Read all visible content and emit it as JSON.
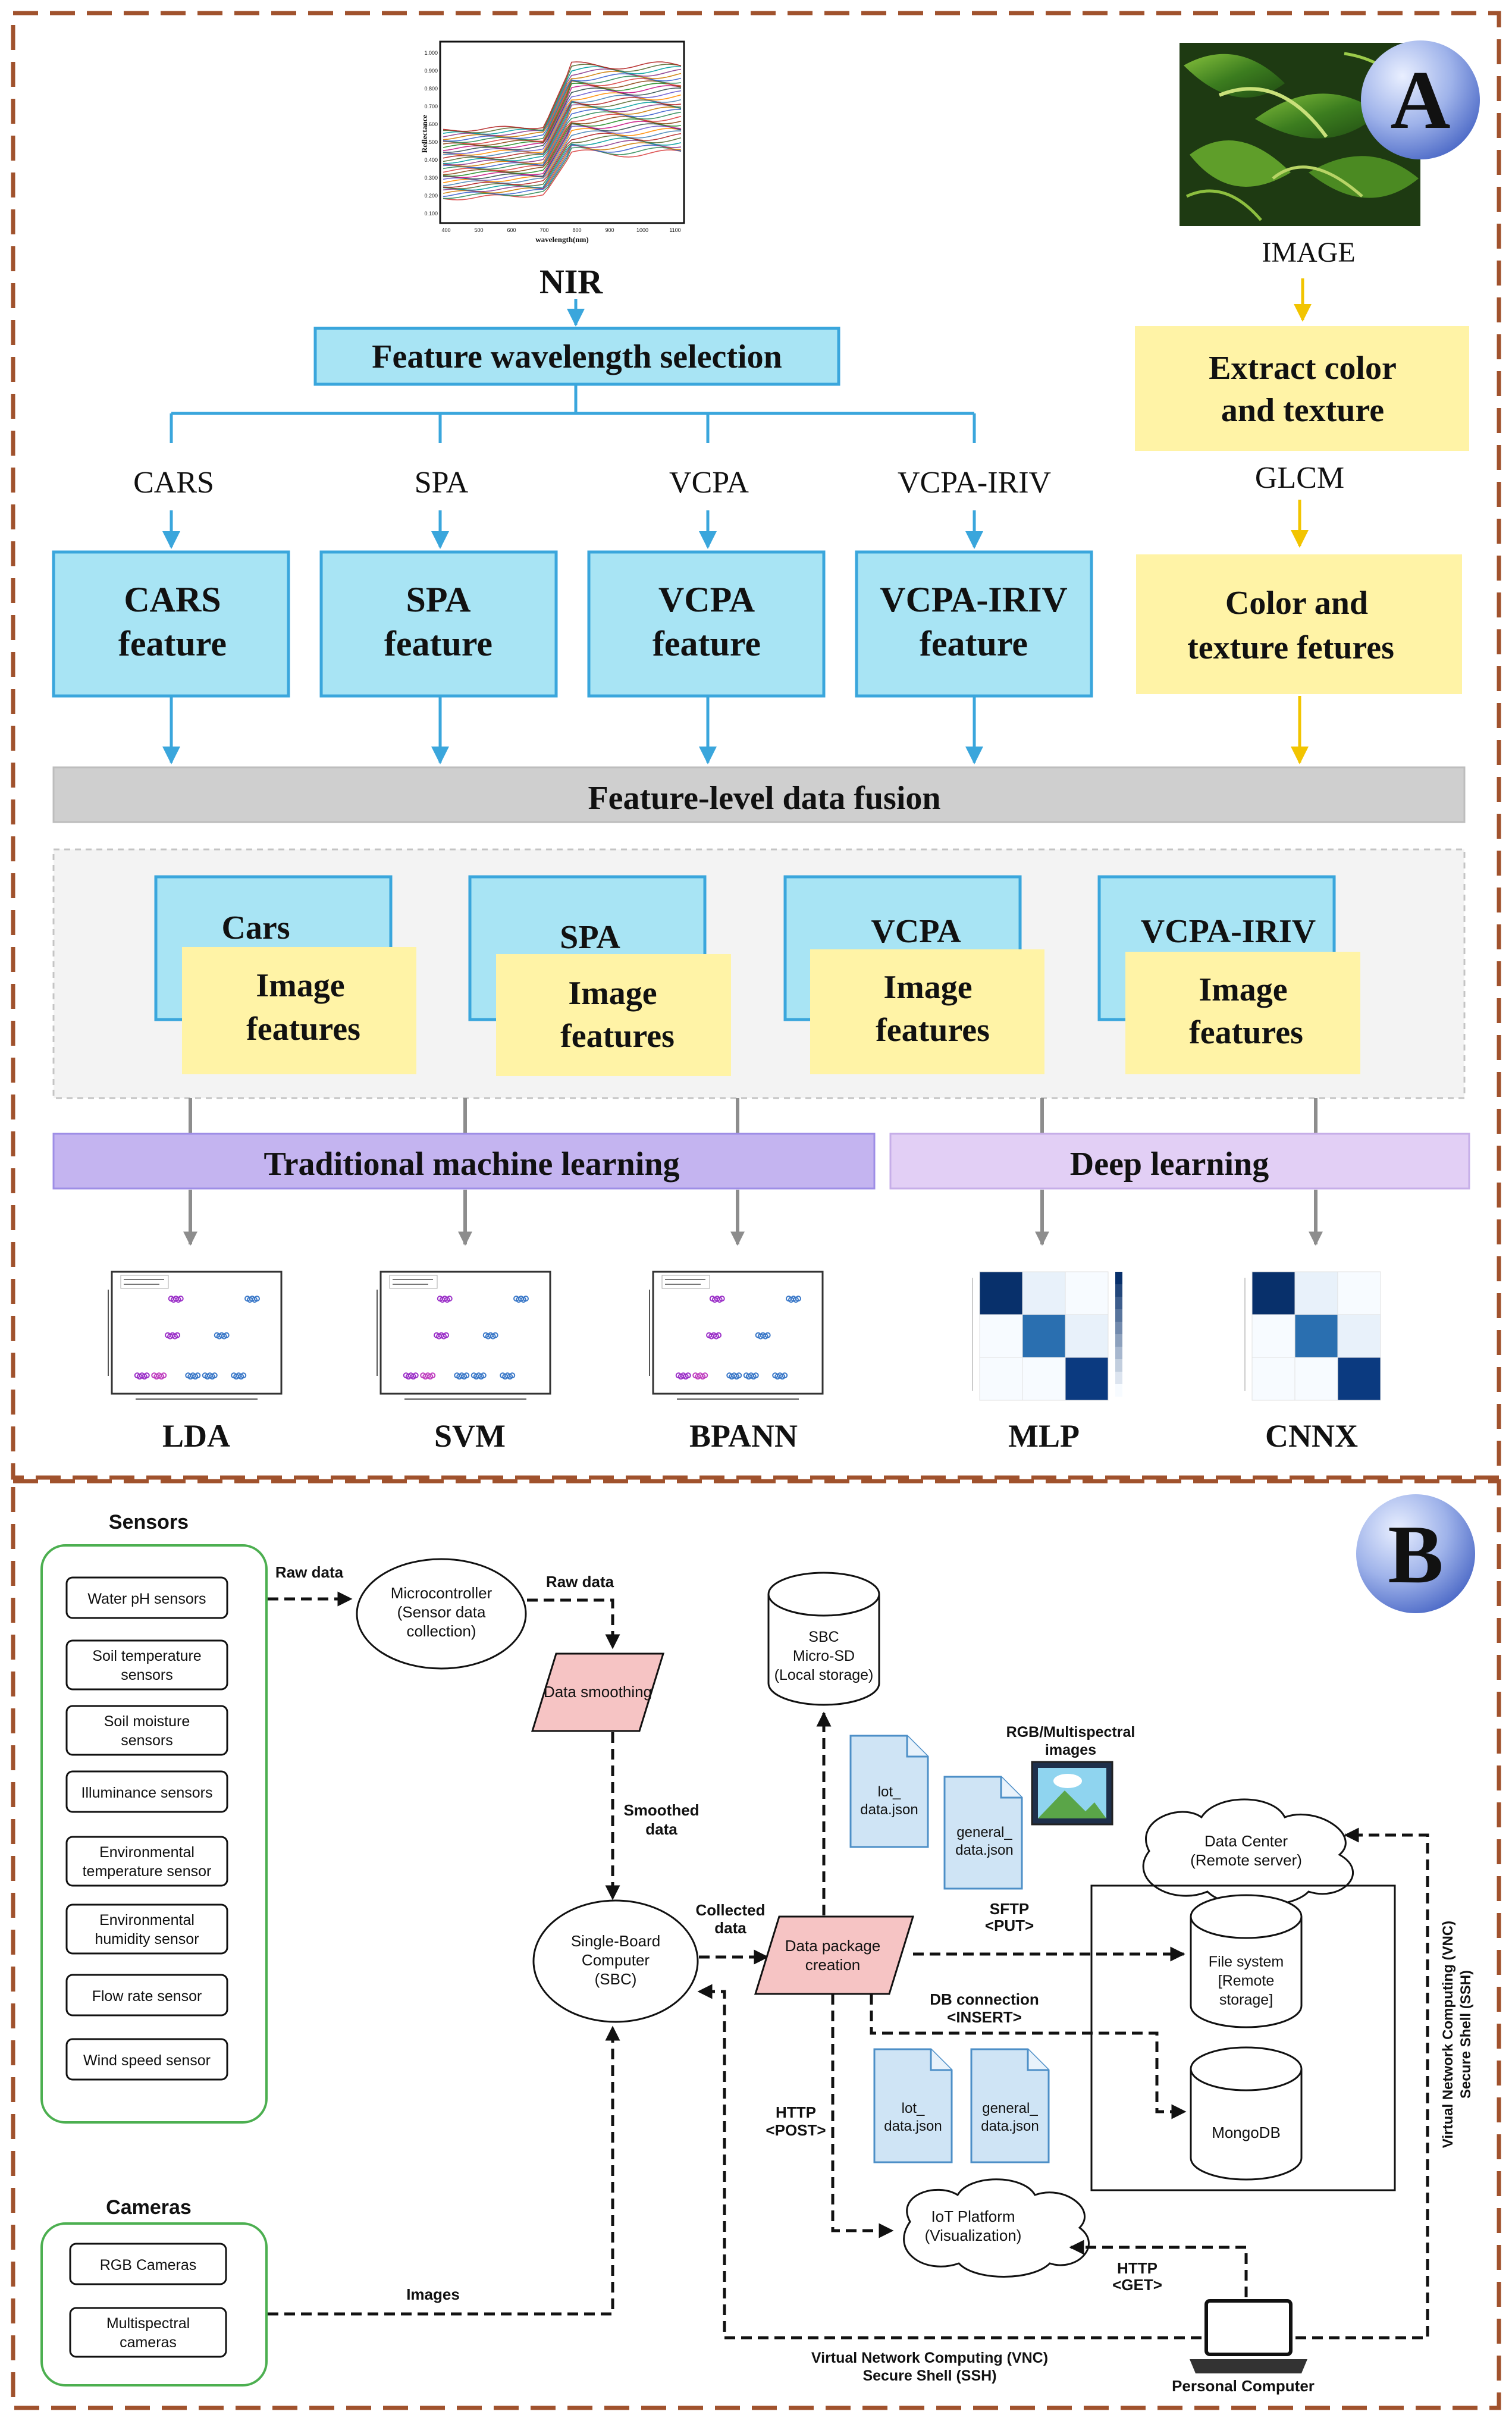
{
  "panel_a": {
    "badge": "A",
    "nir": {
      "label": "NIR",
      "ylabel": "Reflectance",
      "xlabel": "wavelength(nm)",
      "y_ticks": [
        "1.000",
        "0.900",
        "0.800",
        "0.700",
        "0.600",
        "0.500",
        "0.400",
        "0.300",
        "0.200",
        "0.100"
      ],
      "x_ticks": [
        "400",
        "500",
        "600",
        "700",
        "800",
        "900",
        "1000",
        "1100"
      ]
    },
    "image_label": "IMAGE",
    "feature_selection": "Feature wavelength selection",
    "methods": [
      "CARS",
      "SPA",
      "VCPA",
      "VCPA-IRIV"
    ],
    "feature_boxes": [
      {
        "line1": "CARS",
        "line2": "feature"
      },
      {
        "line1": "SPA",
        "line2": "feature"
      },
      {
        "line1": "VCPA",
        "line2": "feature"
      },
      {
        "line1": "VCPA-IRIV",
        "line2": "feature"
      }
    ],
    "extract": {
      "line1": "Extract color",
      "line2": "and texture"
    },
    "glcm": "GLCM",
    "color_texture": {
      "line1": "Color and",
      "line2": "texture fetures"
    },
    "fusion": "Feature-level data fusion",
    "combos": [
      {
        "top": "Cars",
        "line1": "Image",
        "line2": "features"
      },
      {
        "top": "SPA",
        "line1": "Image",
        "line2": "features"
      },
      {
        "top": "VCPA",
        "line1": "Image",
        "line2": "features"
      },
      {
        "top": "VCPA-IRIV",
        "line1": "Image",
        "line2": "features"
      }
    ],
    "traditional_ml": "Traditional machine learning",
    "deep_learning": "Deep learning",
    "models": [
      "LDA",
      "SVM",
      "BPANN",
      "MLP",
      "CNNX"
    ]
  },
  "panel_b": {
    "badge": "B",
    "sensors_title": "Sensors",
    "sensors": [
      [
        "Water pH sensors"
      ],
      [
        "Soil temperature",
        "sensors"
      ],
      [
        "Soil moisture",
        "sensors"
      ],
      [
        "Illuminance sensors"
      ],
      [
        "Environmental",
        "temperature sensor"
      ],
      [
        "Environmental",
        "humidity sensor"
      ],
      [
        "Flow rate sensor"
      ],
      [
        "Wind speed sensor"
      ]
    ],
    "cameras_title": "Cameras",
    "cameras": [
      [
        "RGB Cameras"
      ],
      [
        "Multispectral",
        "cameras"
      ]
    ],
    "microcontroller": [
      "Microcontroller",
      "(Sensor data",
      "collection)"
    ],
    "raw_data_1": "Raw data",
    "raw_data_2": "Raw data",
    "data_smoothing": "Data smoothing",
    "smoothed_data": [
      "Smoothed",
      "data"
    ],
    "sbc": [
      "Single-Board",
      "Computer",
      "(SBC)"
    ],
    "collected_data": [
      "Collected",
      "data"
    ],
    "data_package": [
      "Data package",
      "creation"
    ],
    "sbc_storage": [
      "SBC",
      "Micro-SD",
      "(Local storage)"
    ],
    "doc_a1": [
      "lot_",
      "data.json"
    ],
    "doc_a2": [
      "general_",
      "data.json"
    ],
    "rgb_images": [
      "RGB/Multispectral",
      "images"
    ],
    "data_center": [
      "Data Center",
      "(Remote server)"
    ],
    "sftp": [
      "SFTP",
      "<PUT>"
    ],
    "file_system": [
      "File system",
      "[Remote",
      "storage]"
    ],
    "db_connection": [
      "DB connection",
      "<INSERT>"
    ],
    "doc_b1": [
      "lot_",
      "data.json"
    ],
    "doc_b2": [
      "general_",
      "data.json"
    ],
    "mongodb": "MongoDB",
    "http_post": [
      "HTTP",
      "<POST>"
    ],
    "iot_platform": [
      "IoT Platform",
      "(Visualization)"
    ],
    "http_get": [
      "HTTP",
      "<GET>"
    ],
    "images_label": "Images",
    "vnc_bottom": [
      "Virtual Network Computing (VNC)",
      "Secure Shell (SSH)"
    ],
    "vnc_side": [
      "Virtual Network Computing (VNC)",
      "Secure Shell (SSH)"
    ],
    "personal_computer": "Personal Computer"
  }
}
